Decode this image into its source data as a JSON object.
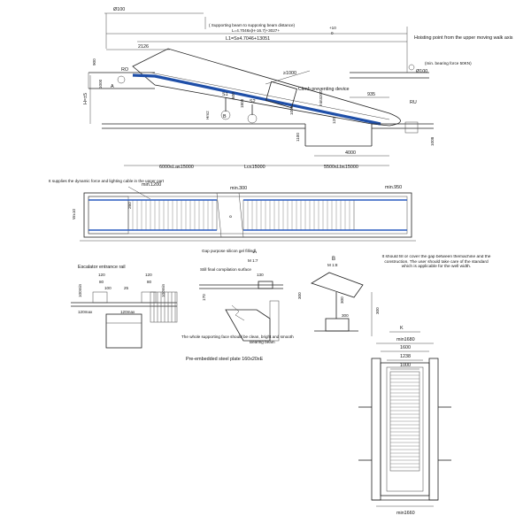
{
  "colors": {
    "balustrade": "#1f4fa8",
    "line": "#222222",
    "background": "#ffffff"
  },
  "elevation": {
    "phi_top": "Ø100",
    "beam_note": "( Supporting beam to supporing beam distance)",
    "l_formula": "L=4.7046x(H-16.7)+3027+",
    "tol_up": "+10",
    "tol_down": "0",
    "l1_formula": "L1=Sx4.7046+13051",
    "dim_2126": "2126",
    "dim_900": "900",
    "ro": "RO",
    "a_label": "A",
    "h_formula": "H=±5",
    "dim_1000": "1000",
    "ge1000": "≥1000",
    "climb_device": "Climb preventing device",
    "s1": "S1",
    "s2": "S2",
    "dim_1800": "1800",
    "b_label": "B",
    "hm2": "Hm2",
    "dim_600": "600",
    "min3200": "min3200",
    "dim_935": "935",
    "ru": "RU",
    "hoisting": "Hoisting point from the upper moving walk axis",
    "min_bearing": "(min. bearing force 50KN)",
    "phi_right": "Ø100",
    "dim_1100": "1100",
    "dim_1008": "1008",
    "dim_120": "120",
    "dim_4000": "4000",
    "la_range": "6000≤La≤15000",
    "lc_range": "Lc≤15000",
    "lb_range": "5500≤Lb≤15000"
  },
  "plan": {
    "supply_note": "It supplies the dynamic force and lighting cable in the upper part",
    "min1200": "min.1200",
    "min300": "min.300",
    "min950": "min.950",
    "side_dim": "W±10",
    "dim_260": "260",
    "dim_0": "0"
  },
  "details": {
    "entrance_rail": "Escalator entrance rail",
    "dim_120a": "120",
    "dim_120b": "120",
    "dim_80a": "80",
    "dim_80b": "80",
    "dim_100": "100",
    "dim_25": "25",
    "min100_left": "100min",
    "min100_right": "100min",
    "max120_left": "120max",
    "max120_right": "120max",
    "gap_silicon": "Gap purpose silicon gel filling",
    "still_final": "Still final compilation surface",
    "section_a": "A",
    "scale_a": "M 1:7",
    "dim_130": "130",
    "dim_170": "170",
    "dim_300a": "300",
    "whole_support": "The whole supporting face should be clean, bright and smooth",
    "bearing_beam": "Bearing beam",
    "embedded_plate": "Pre-embedded steel plate 160x20xE",
    "section_b": "B",
    "scale_b": "M 1:8",
    "dim_300b": "300",
    "dim_300c": "300",
    "fill_note": "It should fill or cover the gap between themachine and the construction. The user should take care of the standard which is applicable for the well width."
  },
  "well": {
    "k_label": "K",
    "min1680_top": "min1680",
    "dim_1600": "1600",
    "dim_1238": "1238",
    "dim_1000": "1000",
    "min1660_bottom": "min1660"
  }
}
